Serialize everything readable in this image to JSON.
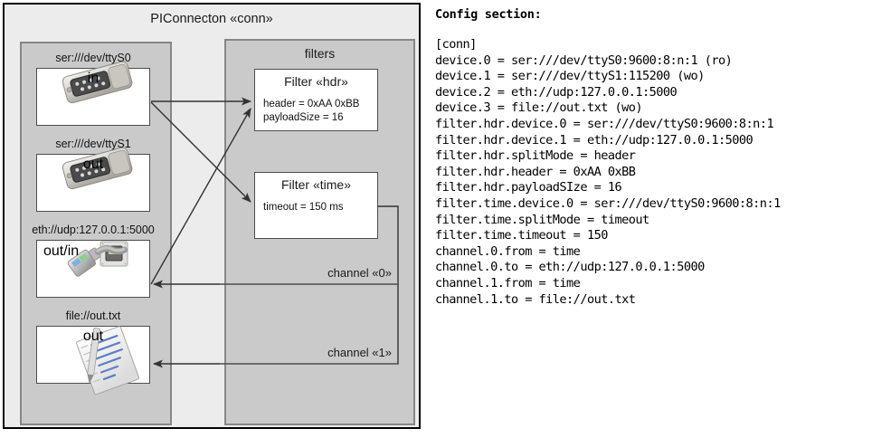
{
  "diagram": {
    "outer_title": "PIConnecton «conn»",
    "panels": {
      "devices_title": "",
      "filters_title": "filters"
    },
    "devices": [
      {
        "label": "ser:///dev/ttyS0",
        "direction": "in",
        "icon": "serial-port-icon"
      },
      {
        "label": "ser:///dev/ttyS1",
        "direction": "out",
        "icon": "serial-port-icon"
      },
      {
        "label": "eth://udp:127.0.0.1:5000",
        "direction": "out/in",
        "icon": "ethernet-jack-icon"
      },
      {
        "label": "file://out.txt",
        "direction": "out",
        "icon": "text-file-icon"
      }
    ],
    "filters": [
      {
        "title": "Filter «hdr»",
        "attrs": [
          "header = 0xAA 0xBB",
          "payloadSize = 16"
        ]
      },
      {
        "title": "Filter «time»",
        "attrs": [
          "timeout = 150 ms"
        ]
      }
    ],
    "channels": [
      {
        "label": "channel «0»"
      },
      {
        "label": "channel «1»"
      }
    ],
    "colors": {
      "outer_fill": "#ececec",
      "outer_border": "#000000",
      "panel_fill": "#cacaca",
      "panel_border": "#878787",
      "box_fill": "#ffffff",
      "box_border": "#4d4d4d",
      "arrow": "#333333"
    }
  },
  "config": {
    "heading": "Config section:",
    "lines": "[conn]\ndevice.0 = ser:///dev/ttyS0:9600:8:n:1 (ro)\ndevice.1 = ser:///dev/ttyS1:115200 (wo)\ndevice.2 = eth://udp:127.0.0.1:5000\ndevice.3 = file://out.txt (wo)\nfilter.hdr.device.0 = ser:///dev/ttyS0:9600:8:n:1\nfilter.hdr.device.1 = eth://udp:127.0.0.1:5000\nfilter.hdr.splitMode = header\nfilter.hdr.header = 0xAA 0xBB\nfilter.hdr.payloadSIze = 16\nfilter.time.device.0 = ser:///dev/ttyS0:9600:8:n:1\nfilter.time.splitMode = timeout\nfilter.time.timeout = 150\nchannel.0.from = time\nchannel.0.to = eth://udp:127.0.0.1:5000\nchannel.1.from = time\nchannel.1.to = file://out.txt"
  }
}
